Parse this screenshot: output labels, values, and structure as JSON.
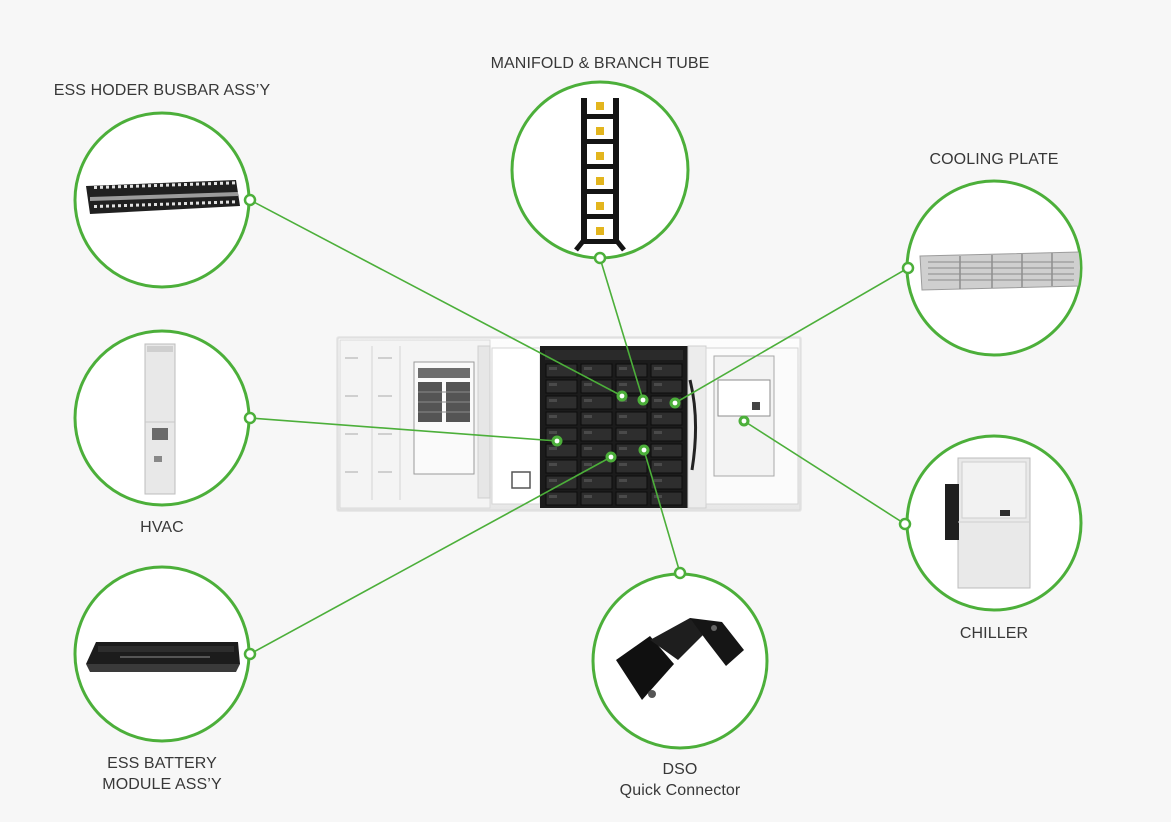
{
  "colors": {
    "accent": "#4caf3a",
    "background": "#f7f7f7",
    "label_text": "#383838"
  },
  "center_unit": {
    "icon": "ess-container-icon"
  },
  "components": [
    {
      "id": "busbar",
      "label_lines": [
        "ESS HODER BUSBAR ASS’Y"
      ],
      "icon": "busbar-icon"
    },
    {
      "id": "manifold",
      "label_lines": [
        "MANIFOLD & BRANCH TUBE"
      ],
      "icon": "manifold-icon"
    },
    {
      "id": "cooling",
      "label_lines": [
        "COOLING PLATE"
      ],
      "icon": "cooling-plate-icon"
    },
    {
      "id": "hvac",
      "label_lines": [
        "HVAC"
      ],
      "icon": "hvac-icon"
    },
    {
      "id": "chiller",
      "label_lines": [
        "CHILLER"
      ],
      "icon": "chiller-icon"
    },
    {
      "id": "module",
      "label_lines": [
        "ESS BATTERY",
        "MODULE ASS’Y"
      ],
      "icon": "battery-module-icon"
    },
    {
      "id": "dso",
      "label_lines": [
        "DSO",
        "Quick Connector"
      ],
      "icon": "quick-connector-icon"
    }
  ]
}
